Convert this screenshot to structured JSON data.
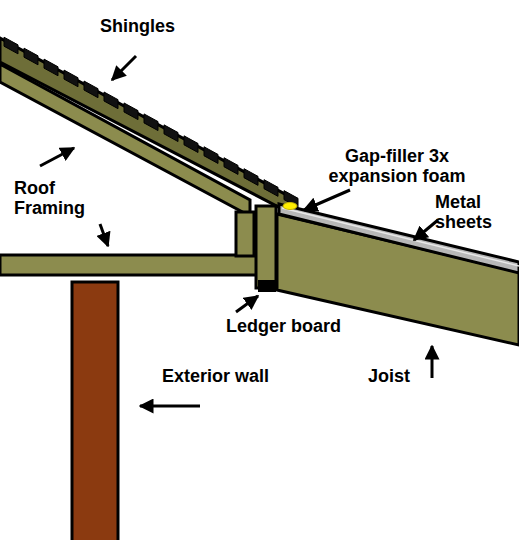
{
  "diagram": {
    "labels": [
      "Shingles",
      "Gap-filler 3x expansion foam",
      "Metal sheets",
      "Roof Framing",
      "Ledger board",
      "Exterior wall",
      "Joist"
    ]
  }
}
